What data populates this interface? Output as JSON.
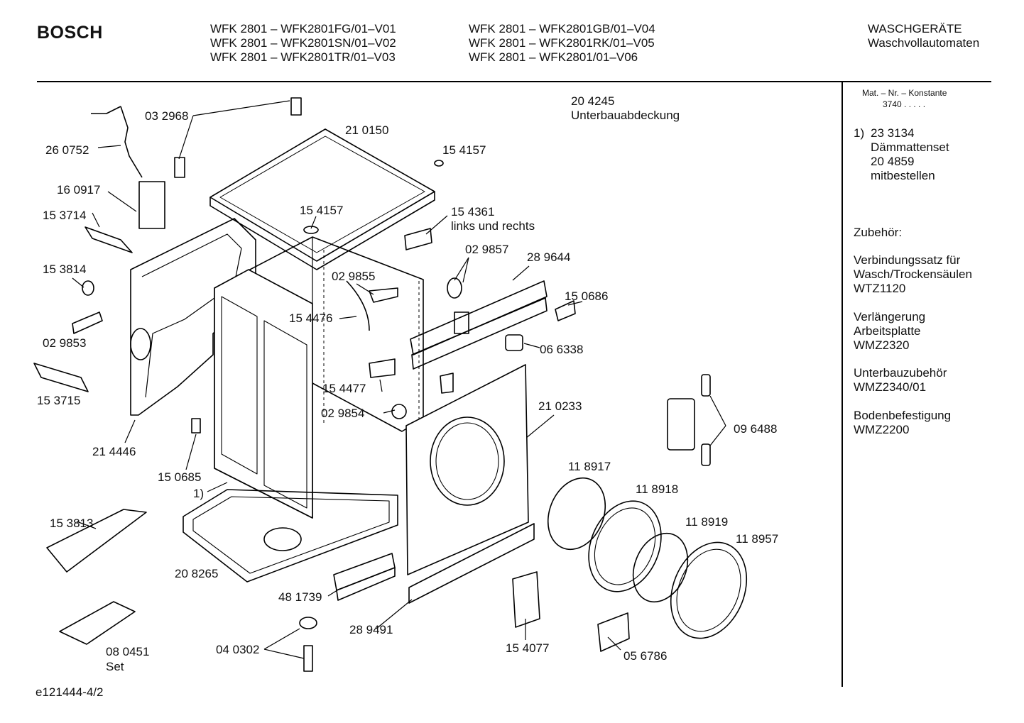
{
  "header": {
    "brand": "BOSCH",
    "models_col1": [
      "WFK 2801 – WFK2801FG/01–V01",
      "WFK 2801 – WFK2801SN/01–V02",
      "WFK 2801 – WFK2801TR/01–V03"
    ],
    "models_col2": [
      "WFK 2801 – WFK2801GB/01–V04",
      "WFK 2801 – WFK2801RK/01–V05",
      "WFK 2801 – WFK2801/01–V06"
    ],
    "category": "WASCHGERÄTE",
    "subcategory": "Waschvollautomaten"
  },
  "sidebar": {
    "mat_label": "Mat. – Nr. – Konstante",
    "mat_value": "3740  .  .  .  .  .",
    "note_marker": "1)",
    "note_lines": [
      "23 3134",
      "Dämmattenset",
      "20 4859",
      "mitbestellen"
    ],
    "accessories_title": "Zubehör:",
    "accessories": [
      [
        "Verbindungssatz für",
        "Wasch/Trockensäulen",
        "WTZ1120"
      ],
      [
        "Verlängerung",
        "Arbeitsplatte",
        "WMZ2320"
      ],
      [
        "Unterbauzubehör",
        "WMZ2340/01"
      ],
      [
        "Bodenbefestigung",
        "WMZ2200"
      ]
    ]
  },
  "parts": {
    "p204245": "20 4245",
    "p204245_desc": "Unterbauabdeckung",
    "p032968": "03 2968",
    "p210150": "21 0150",
    "p260752": "26 0752",
    "p154157a": "15 4157",
    "p160917": "16 0917",
    "p153714": "15 3714",
    "p154157b": "15 4157",
    "p154361": "15 4361",
    "p154361_desc": "links und rechts",
    "p029857": "02 9857",
    "p289644": "28 9644",
    "p153814": "15 3814",
    "p029855": "02 9855",
    "p150686": "15 0686",
    "p154476": "15 4476",
    "p029853": "02 9853",
    "p066338": "06 6338",
    "p153715": "15 3715",
    "p154477": "15 4477",
    "p210233": "21 0233",
    "p029854": "02 9854",
    "p096488": "09 6488",
    "p214446": "21 4446",
    "p118917": "11 8917",
    "p150685": "15 0685",
    "p118918": "11 8918",
    "note1": "1)",
    "p118919": "11 8919",
    "p153813": "15 3813",
    "p118957": "11 8957",
    "p208265": "20 8265",
    "p481739": "48 1739",
    "p289491": "28 9491",
    "p080451": "08 0451",
    "p080451_desc": "Set",
    "p040302": "04 0302",
    "p154077": "15 4077",
    "p056786": "05 6786"
  },
  "footer": {
    "doc_id": "e121444-4/2"
  }
}
